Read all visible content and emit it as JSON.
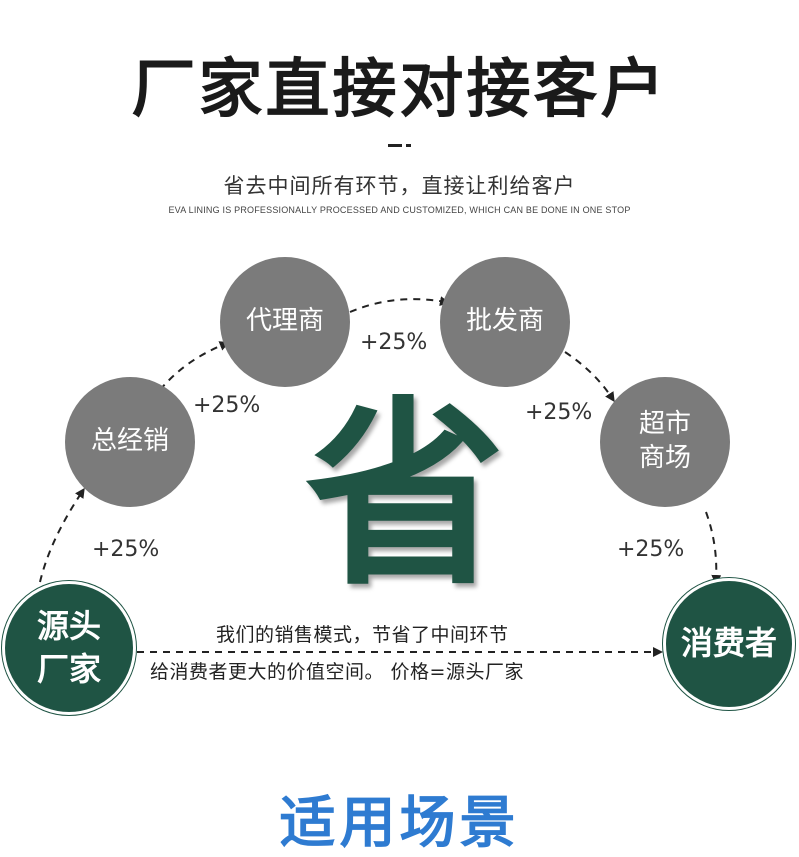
{
  "header": {
    "title": "厂家直接对接客户",
    "subtitle": "省去中间所有环节，直接让利给客户",
    "subtitle_en": "EVA LINING IS PROFESSIONALLY PROCESSED AND CUSTOMIZED, WHICH CAN BE DONE IN ONE STOP"
  },
  "nodes": {
    "source": "源头\n厂家",
    "distributor": "总经销",
    "agent": "代理商",
    "wholesaler": "批发商",
    "supermarket": "超市\n商场",
    "consumer": "消费者"
  },
  "markups": [
    "+25%",
    "+25%",
    "+25%",
    "+25%",
    "+25%"
  ],
  "center_char": "省",
  "model_text": {
    "line1": "我们的销售模式，节省了中间环节",
    "line2": "给消费者更大的价值空间。 价格=源头厂家"
  },
  "colors": {
    "gray_node": "#7b7b7b",
    "green_node": "#1f5444",
    "bottom_title": "#2e7bd1"
  },
  "footer": {
    "title": "适用场景"
  }
}
